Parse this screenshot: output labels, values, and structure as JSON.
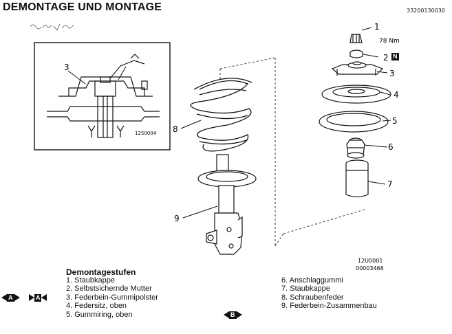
{
  "header": {
    "title": "DEMONTAGE UND MONTAGE",
    "doc_number": "33200130030"
  },
  "detail_view": {
    "callout": "3",
    "image_code": "12S0004"
  },
  "exploded_view": {
    "callouts": [
      "1",
      "2",
      "3",
      "4",
      "5",
      "6",
      "7",
      "8",
      "9"
    ],
    "torque": "78 Nm",
    "part2_badge": "N",
    "image_code_1": "12U0001",
    "image_code_2": "00003468"
  },
  "steps": {
    "heading": "Demontagestufen",
    "left": [
      "1. Staubkappe",
      "2. Selbstsichernde Mutter",
      "3. Federbein-Gummipolster",
      "4. Federsitz, oben",
      "5. Gummiring, oben"
    ],
    "right": [
      "6. Anschlaggummi",
      "7. Staubkappe",
      "8. Schraubenfeder",
      "9. Federbein-Zusammenbau"
    ]
  },
  "markers": {
    "a_left": "A",
    "a_right": "A",
    "b": "B"
  }
}
